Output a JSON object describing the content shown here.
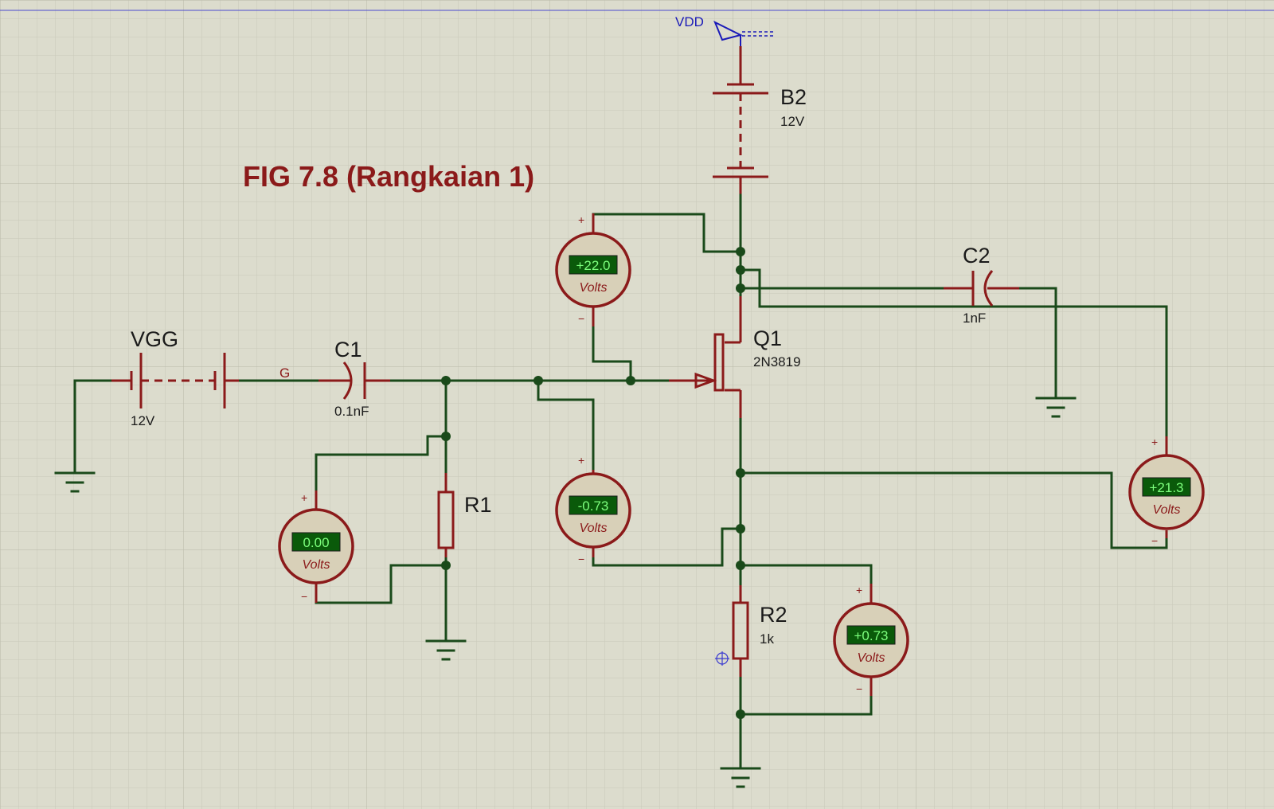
{
  "title": "FIG 7.8 (Rangkaian 1)",
  "power": {
    "vdd_label": "VDD"
  },
  "components": {
    "vgg": {
      "name": "VGG",
      "value": "12V"
    },
    "b2": {
      "name": "B2",
      "value": "12V"
    },
    "c1": {
      "name": "C1",
      "value": "0.1nF"
    },
    "c2": {
      "name": "C2",
      "value": "1nF"
    },
    "r1": {
      "name": "R1"
    },
    "r2": {
      "name": "R2",
      "value": "1k"
    },
    "q1": {
      "name": "Q1",
      "value": "2N3819"
    }
  },
  "net_labels": {
    "gate": "G"
  },
  "voltmeters": {
    "vm_r1": {
      "reading": "0.00",
      "unit": "Volts",
      "plus": "+",
      "minus": "−"
    },
    "vm_dg": {
      "reading": "+22.0",
      "unit": "Volts",
      "plus": "+",
      "minus": "−"
    },
    "vm_gs": {
      "reading": "-0.73",
      "unit": "Volts",
      "plus": "+",
      "minus": "−"
    },
    "vm_r2": {
      "reading": "+0.73",
      "unit": "Volts",
      "plus": "+",
      "minus": "−"
    },
    "vm_ds": {
      "reading": "+21.3",
      "unit": "Volts",
      "plus": "+",
      "minus": "−"
    }
  },
  "colors": {
    "background": "#dcdccd",
    "grid": "#c8c8b8",
    "wire": "#1a4a1a",
    "component": "#8b1a1a",
    "meter_face": "#d8d0b8",
    "display_bg": "#0a5a0a",
    "display_text": "#7dff7d",
    "power_label": "#1a1ab8"
  }
}
